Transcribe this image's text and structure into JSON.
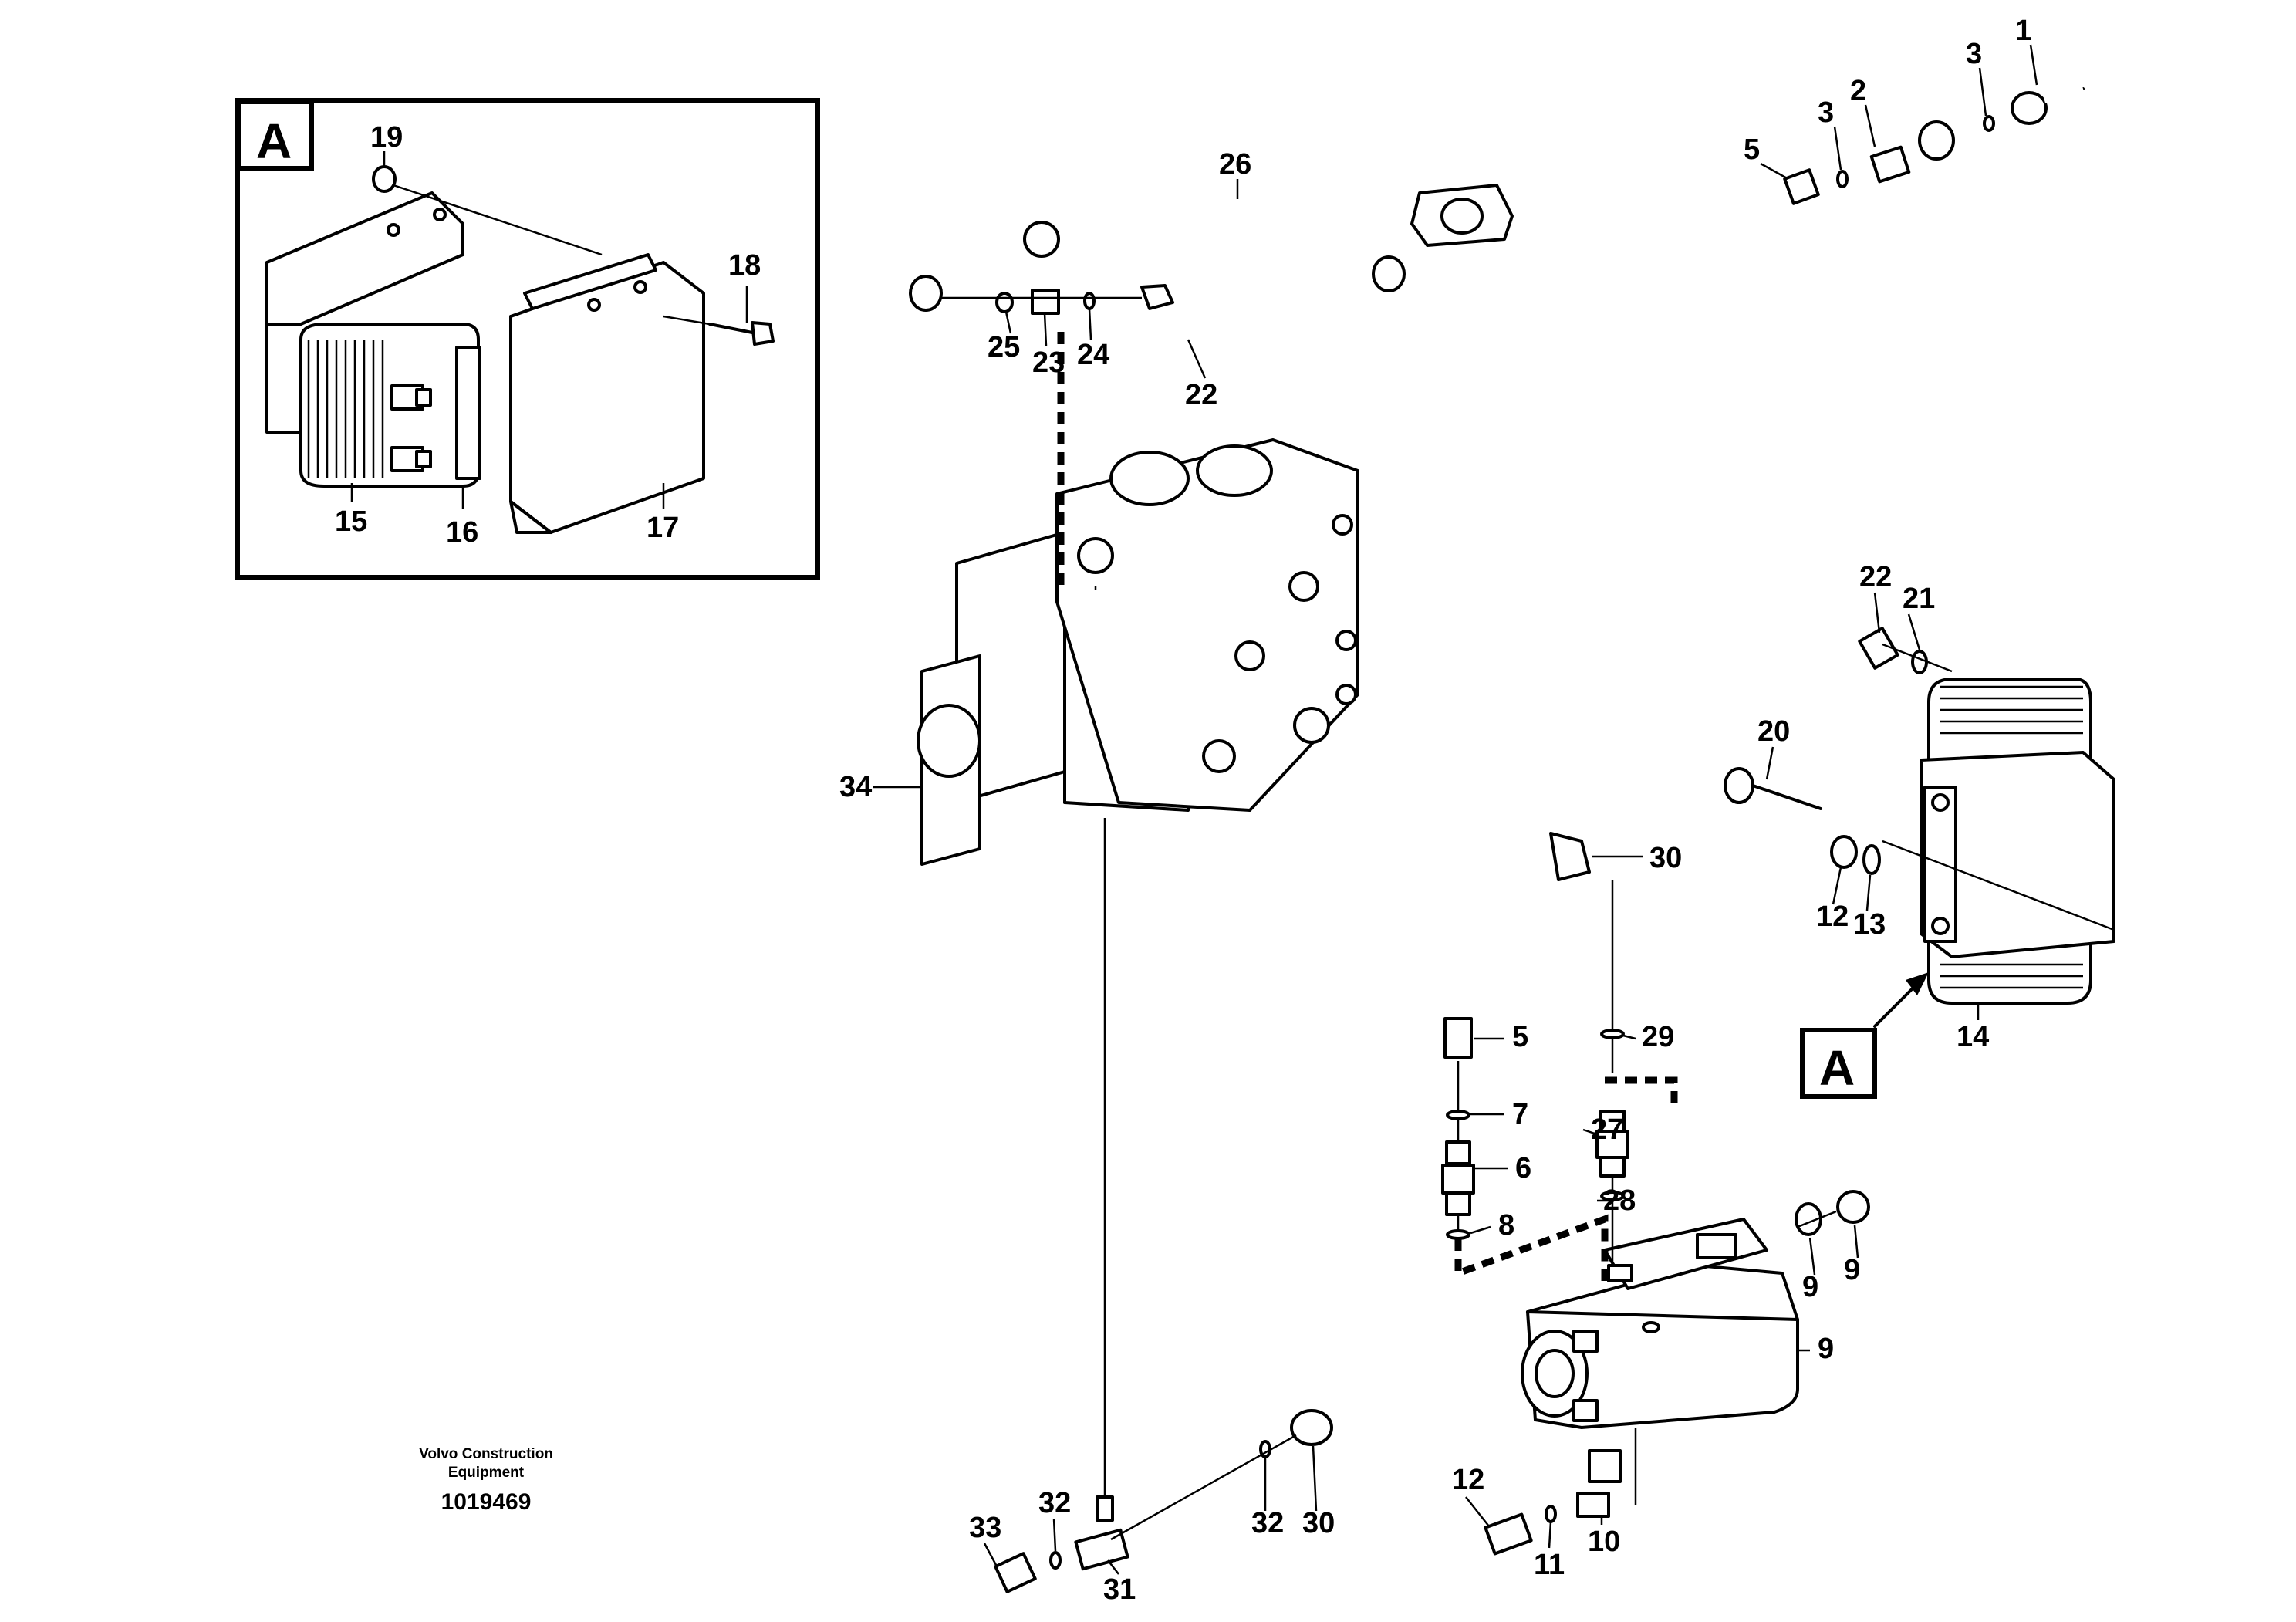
{
  "detail": {
    "letter": "A"
  },
  "view_marker": {
    "letter": "A"
  },
  "credit": {
    "line1": "Volvo Construction",
    "line2": "Equipment"
  },
  "document_number": "1019469",
  "callouts": [
    "1",
    "2",
    "3",
    "3",
    "5",
    "26",
    "25",
    "23",
    "24",
    "22",
    "22",
    "21",
    "20",
    "12",
    "13",
    "14",
    "34",
    "30",
    "5",
    "29",
    "7",
    "27",
    "6",
    "28",
    "8",
    "9",
    "9",
    "9",
    "12",
    "11",
    "10",
    "32",
    "30",
    "33",
    "32",
    "31",
    "19",
    "18",
    "15",
    "16",
    "17"
  ]
}
